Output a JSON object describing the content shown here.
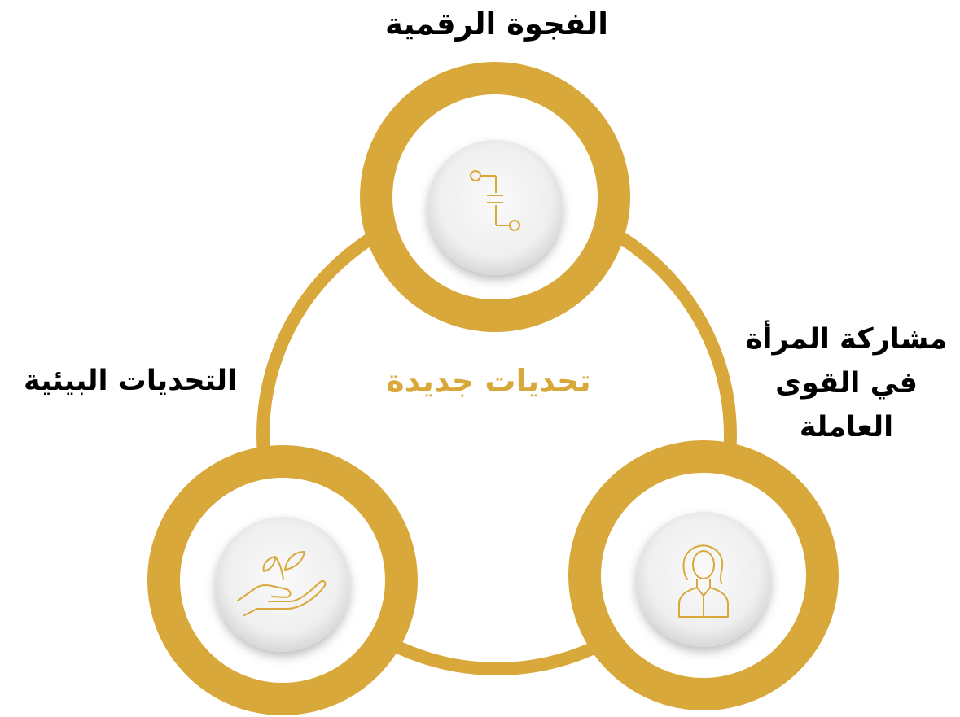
{
  "center": {
    "title": "تحديات جديدة"
  },
  "nodes": {
    "top": {
      "label": "الفجوة الرقمية",
      "icon": "circuit-icon"
    },
    "left": {
      "label": "التحديات البيئية",
      "icon": "plant-in-hand-icon"
    },
    "right": {
      "label": "مشاركة المرأة في القوى العاملة",
      "icon": "woman-avatar-icon"
    }
  },
  "colors": {
    "accent": "#D9A83A",
    "inner": "#EFEFEF",
    "text": "#000000"
  }
}
